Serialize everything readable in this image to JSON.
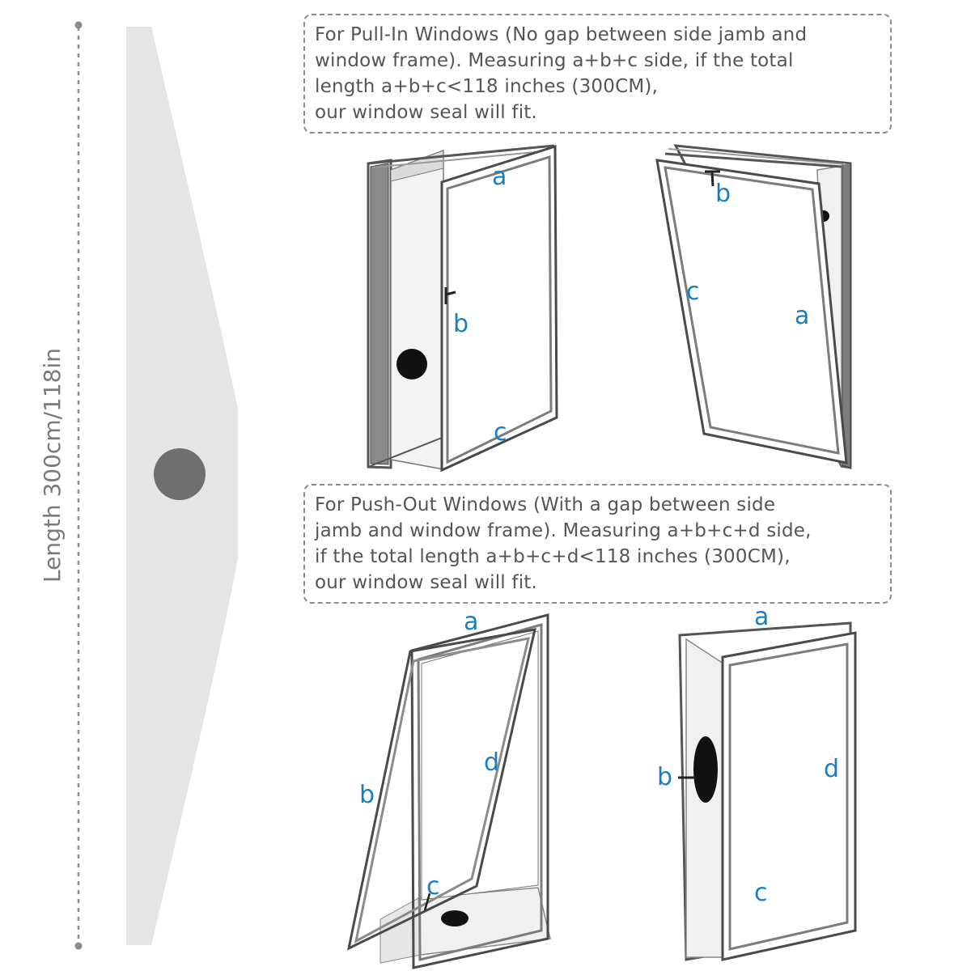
{
  "seal": {
    "length_label": "Length 300cm/118in"
  },
  "pull_in_note": {
    "lines": [
      "For Pull-In Windows (No gap between side jamb and",
      "window frame). Measuring a+b+c side, if the total",
      "length a+b+c<118 inches (300CM),",
      "our window seal will fit."
    ]
  },
  "push_out_note": {
    "lines": [
      "For Push-Out Windows (With a gap between side",
      "jamb and window frame). Measuring a+b+c+d side,",
      "if the total length a+b+c+d<118 inches (300CM),",
      "our window seal will fit."
    ]
  },
  "pull_in_left": {
    "a": "a",
    "b": "b",
    "c": "c"
  },
  "pull_in_right": {
    "a": "a",
    "b": "b",
    "c": "c"
  },
  "push_out_left": {
    "a": "a",
    "b": "b",
    "c": "c",
    "d": "d"
  },
  "push_out_right": {
    "a": "a",
    "b": "b",
    "c": "c",
    "d": "d"
  },
  "colors": {
    "label_blue": "#1a7fc1",
    "frame_gray": "#5e5e5e",
    "seal_fill": "#e2e6e9",
    "hole_gray": "#6f6f6f"
  }
}
